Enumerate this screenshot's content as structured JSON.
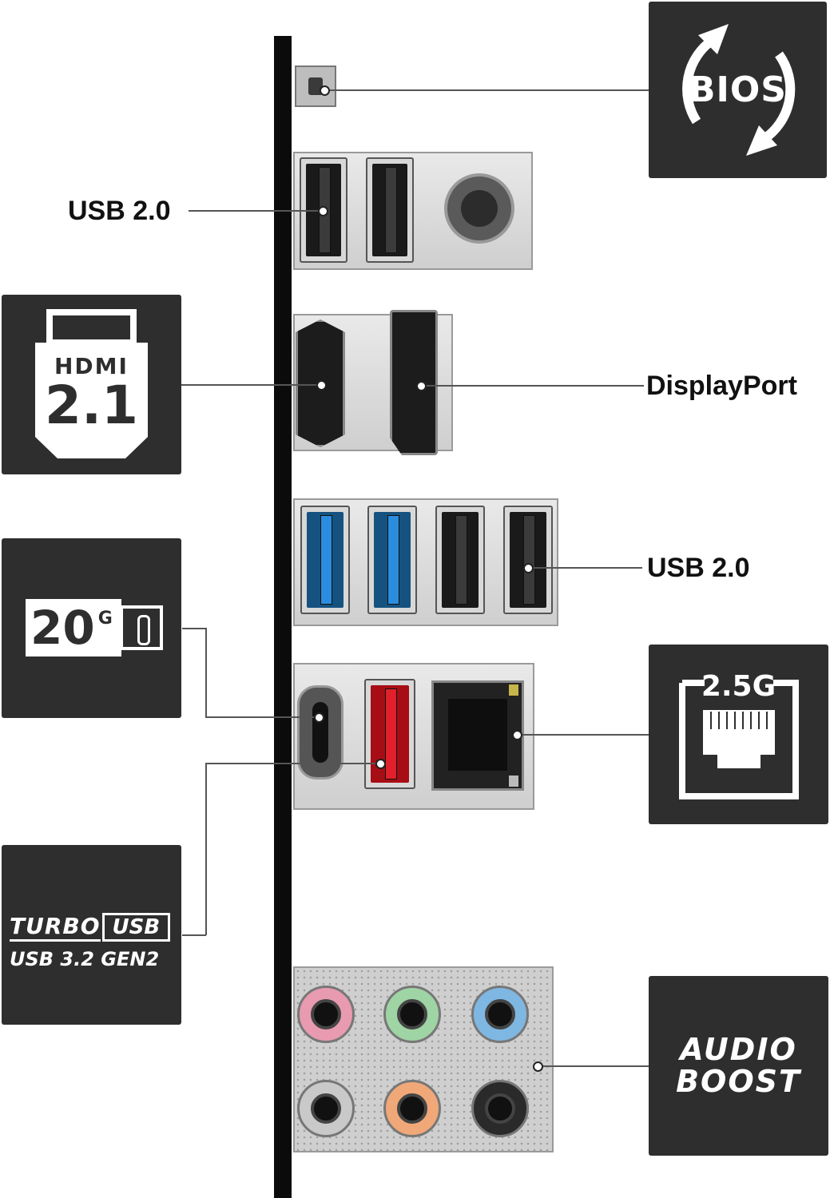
{
  "callouts": {
    "usb20_top": "USB 2.0",
    "displayport": "DisplayPort",
    "usb20_mid": "USB 2.0"
  },
  "tiles": {
    "bios": {
      "label": "BIOS"
    },
    "hdmi": {
      "top": "HDMI",
      "version": "2.1"
    },
    "usbc20g": {
      "speed": "20",
      "unit": "G"
    },
    "lan": {
      "speed": "2.5G"
    },
    "turbo": {
      "line1": "TURBO",
      "badge": "USB",
      "line2": "USB 3.2 GEN2"
    },
    "audio": {
      "line1": "AUDIO",
      "line2": "BOOST"
    }
  },
  "colors": {
    "tile_bg": "#2e2e2e",
    "usb3_blue": "#2b8de0",
    "turbo_red": "#e0212b",
    "jack_pink": "#e89bb0",
    "jack_green": "#9fd4a4",
    "jack_blue": "#7fb7e3",
    "jack_gray": "#c9c9c9",
    "jack_orange": "#f0a878",
    "jack_black": "#2a2a2a"
  },
  "icons": [
    "refresh-arrows-icon",
    "hdmi-connector-icon",
    "usb-c-icon",
    "ethernet-port-icon"
  ]
}
